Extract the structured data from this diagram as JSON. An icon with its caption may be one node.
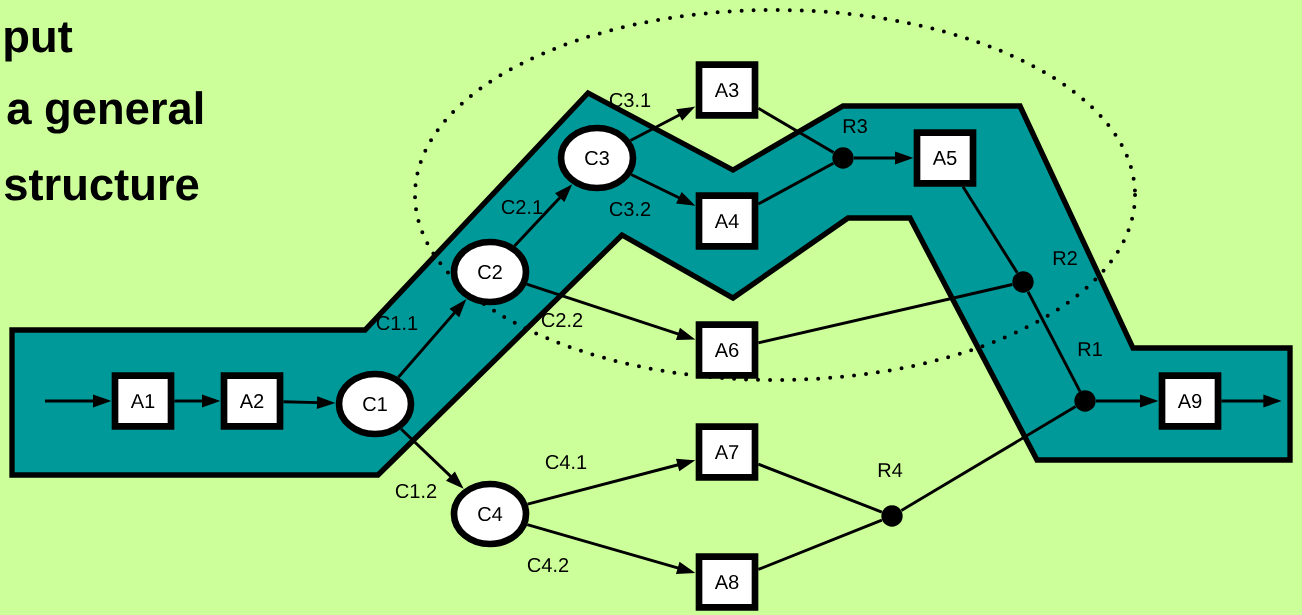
{
  "diagram": {
    "nodes": [
      {
        "text": [
          "A1"
        ]
      },
      {
        "text": [
          "A2"
        ]
      },
      {
        "text": [
          "C1"
        ]
      },
      {
        "text": [
          "C2"
        ]
      },
      {
        "text": [
          "C3"
        ]
      },
      {
        "text": [
          "A3"
        ]
      },
      {
        "text": [
          "A4"
        ]
      },
      {
        "text": [],
        "shape": "circle",
        "beside": [
          "R3"
        ]
      },
      {
        "text": [
          "A5"
        ]
      },
      {
        "text": [
          "A6"
        ]
      },
      {
        "text": [],
        "shape": "circle",
        "beside": [
          "R2"
        ]
      },
      {
        "text": [],
        "shape": "circle",
        "beside": [
          "R1"
        ]
      },
      {
        "text": [
          "A9"
        ]
      },
      {
        "text": [
          "C4"
        ]
      },
      {
        "text": [
          "A7"
        ]
      },
      {
        "text": [
          "A8"
        ]
      },
      {
        "text": [],
        "shape": "circle",
        "beside": [
          "R4"
        ]
      }
    ],
    "edges": [
      {
        "from": null,
        "to": 0,
        "arrow": "to"
      },
      {
        "from": 0,
        "to": 1,
        "arrow": "to"
      },
      {
        "from": 1,
        "to": 2,
        "arrow": "to"
      },
      {
        "from": 2,
        "to": 3,
        "arrow": "to",
        "label": "C1.1"
      },
      {
        "from": 2,
        "to": 13,
        "arrow": "to",
        "label": "C1.2"
      },
      {
        "from": 3,
        "to": 4,
        "arrow": "to",
        "label": "C2.1"
      },
      {
        "from": 3,
        "to": 9,
        "arrow": "to",
        "label": "C2.2"
      },
      {
        "from": 4,
        "to": 5,
        "arrow": "to",
        "label": "C3.1"
      },
      {
        "from": 4,
        "to": 6,
        "arrow": "to",
        "label": "C3.2"
      },
      {
        "from": 5,
        "to": 7,
        "arrow": "none"
      },
      {
        "from": 6,
        "to": 7,
        "arrow": "none"
      },
      {
        "from": 7,
        "to": 8,
        "arrow": "to"
      },
      {
        "from": 8,
        "to": 10,
        "arrow": "none"
      },
      {
        "from": 9,
        "to": 10,
        "arrow": "none"
      },
      {
        "from": 10,
        "to": 11,
        "arrow": "none"
      },
      {
        "from": 13,
        "to": 14,
        "arrow": "to",
        "label": "C4.1"
      },
      {
        "from": 13,
        "to": 15,
        "arrow": "to",
        "label": "C4.2"
      },
      {
        "from": 14,
        "to": 16,
        "arrow": "none"
      },
      {
        "from": 15,
        "to": 16,
        "arrow": "none"
      },
      {
        "from": 16,
        "to": 11,
        "arrow": "none"
      },
      {
        "from": 11,
        "to": 12,
        "arrow": "to"
      },
      {
        "from": 12,
        "to": null,
        "arrow": "to"
      }
    ],
    "labels": [
      "put",
      "a general",
      "structure"
    ]
  }
}
